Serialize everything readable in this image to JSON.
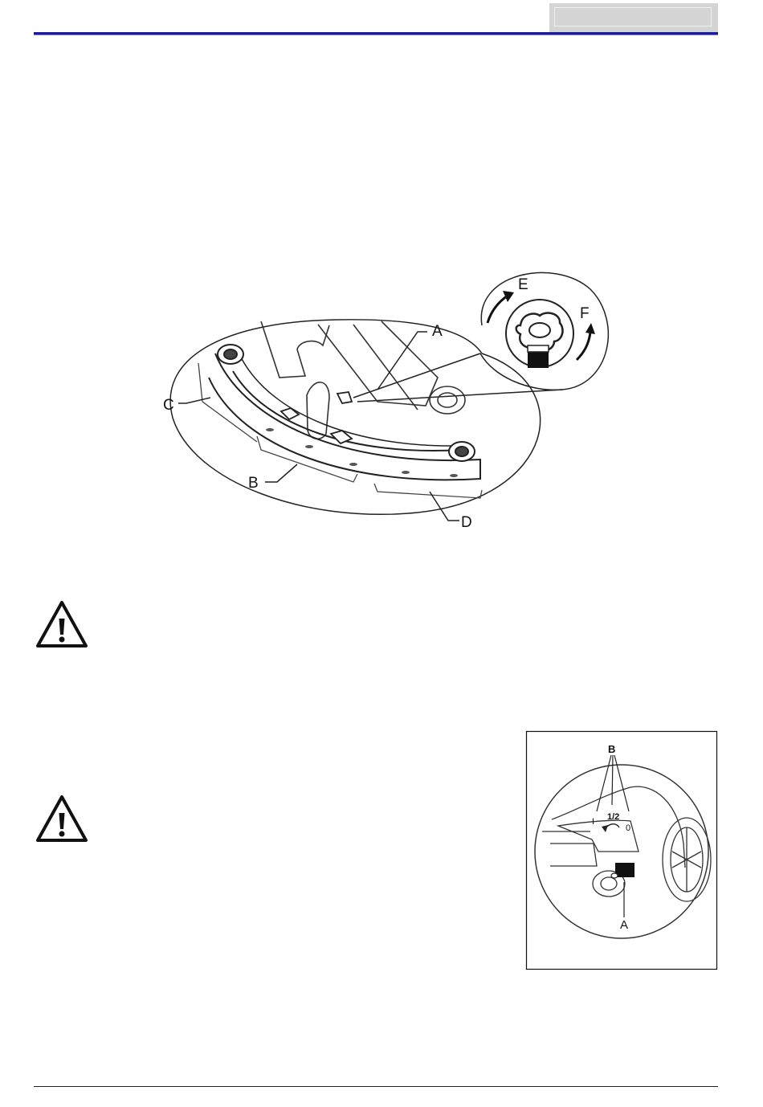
{
  "figure_main": {
    "callouts": {
      "a": "A",
      "b": "B",
      "c": "C",
      "d": "D",
      "e": "E",
      "f": "F"
    }
  },
  "figure_inset": {
    "callouts": {
      "a": "A",
      "b": "B"
    },
    "dial_marks": {
      "mark_one": "I",
      "mark_half": "1/2",
      "mark_zero": "0"
    }
  },
  "icons": [
    "warning-triangle-icon",
    "warning-triangle-icon"
  ]
}
